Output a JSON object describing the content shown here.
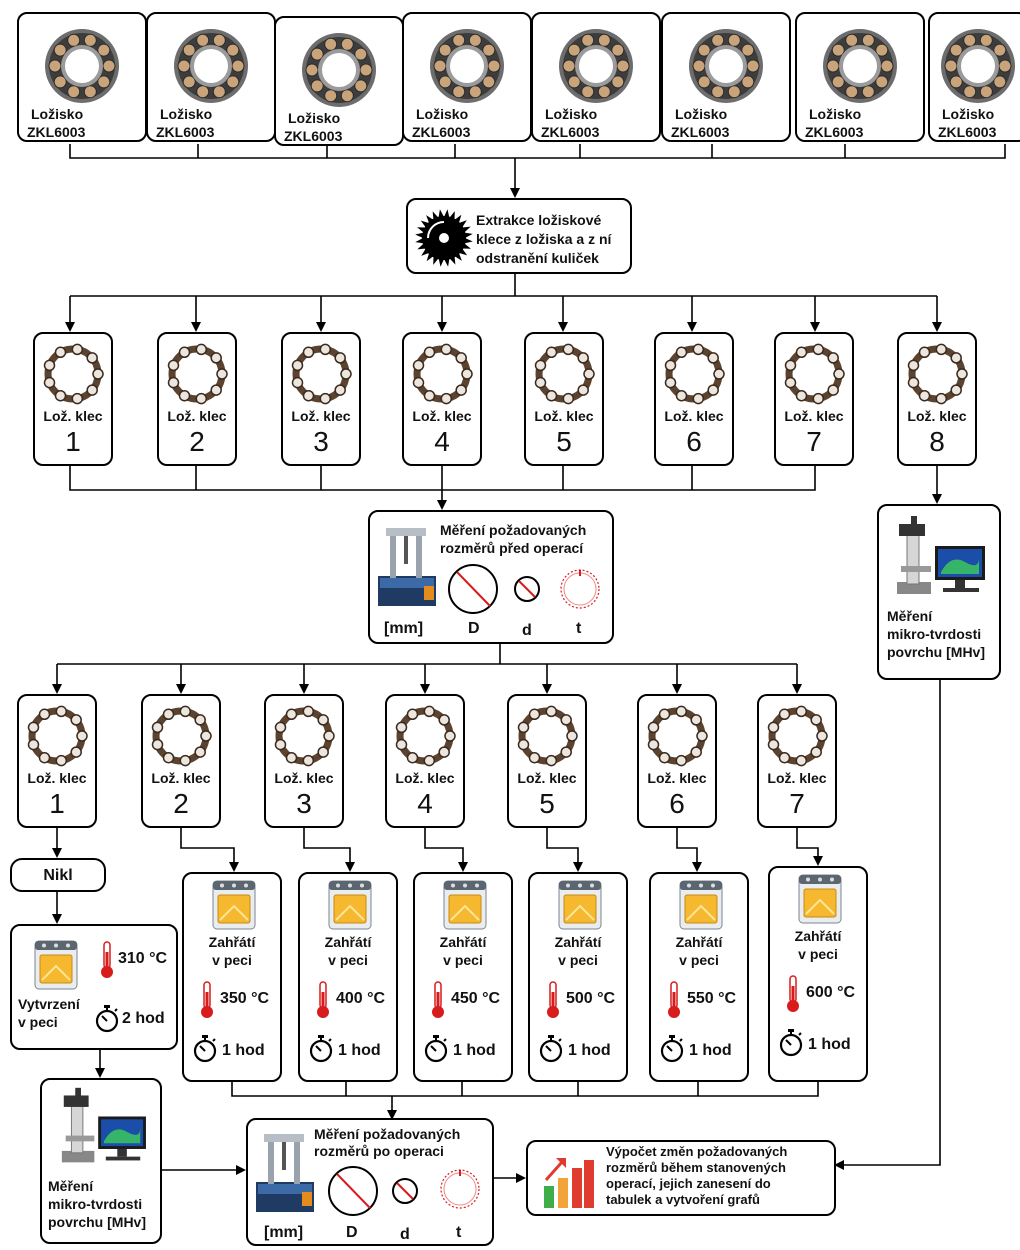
{
  "bearing_label": "Ložisko\nZKL6003",
  "bearings": [
    {
      "line1": "Ložisko",
      "line2": "ZKL6003"
    },
    {
      "line1": "Ložisko",
      "line2": "ZKL6003"
    },
    {
      "line1": "Ložisko",
      "line2": "ZKL6003"
    },
    {
      "line1": "Ložisko",
      "line2": "ZKL6003"
    },
    {
      "line1": "Ložisko",
      "line2": "ZKL6003"
    },
    {
      "line1": "Ložisko",
      "line2": "ZKL6003"
    },
    {
      "line1": "Ložisko",
      "line2": "ZKL6003"
    },
    {
      "line1": "Ložisko",
      "line2": "ZKL6003"
    }
  ],
  "extraction": {
    "line1": "Extrakce ložiskové",
    "line2": "klece z ložiska a z ní",
    "line3": "odstranění kuliček"
  },
  "cage_label": "Lož. klec",
  "cages_top": [
    "1",
    "2",
    "3",
    "4",
    "5",
    "6",
    "7",
    "8"
  ],
  "measure_before": {
    "line1": "Měření požadovaných",
    "line2": "rozměrů před operací",
    "unit": "[mm]",
    "D": "D",
    "d": "d",
    "t": "t"
  },
  "hardness_right": {
    "line1": "Měření",
    "line2": "mikro-tvrdosti",
    "line3": "povrchu [MHv]"
  },
  "cages_bottom": [
    "1",
    "2",
    "3",
    "4",
    "5",
    "6",
    "7"
  ],
  "nikl": "Nikl",
  "vytvrzeni": {
    "line1": "Vytvrzení",
    "line2": "v peci",
    "temp": "310 °C",
    "time": "2 hod"
  },
  "heating": [
    {
      "line1": "Zahřátí",
      "line2": "v peci",
      "temp": "350 °C",
      "time": "1 hod"
    },
    {
      "line1": "Zahřátí",
      "line2": "v peci",
      "temp": "400 °C",
      "time": "1 hod"
    },
    {
      "line1": "Zahřátí",
      "line2": "v peci",
      "temp": "450 °C",
      "time": "1 hod"
    },
    {
      "line1": "Zahřátí",
      "line2": "v peci",
      "temp": "500 °C",
      "time": "1 hod"
    },
    {
      "line1": "Zahřátí",
      "line2": "v peci",
      "temp": "550 °C",
      "time": "1 hod"
    },
    {
      "line1": "Zahřátí",
      "line2": "v peci",
      "temp": "600 °C",
      "time": "1 hod"
    }
  ],
  "hardness_left": {
    "line1": "Měření",
    "line2": "mikro-tvrdosti",
    "line3": "povrchu [MHv]"
  },
  "measure_after": {
    "line1": "Měření požadovaných",
    "line2": "rozměrů po operaci",
    "unit": "[mm]",
    "D": "D",
    "d": "d",
    "t": "t"
  },
  "result": {
    "line1": "Výpočet změn požadovaných",
    "line2": "rozměrů během stanovených",
    "line3": "operací, jejich zanesení do",
    "line4": "tabulek a vytvoření grafů"
  },
  "colors": {
    "line": "#000000",
    "thermo": "#d81c1c",
    "oven_yellow": "#f5b82e",
    "bar_red": "#e03b2f",
    "bar_orange": "#f2a33a",
    "bar_green": "#3fae49"
  }
}
